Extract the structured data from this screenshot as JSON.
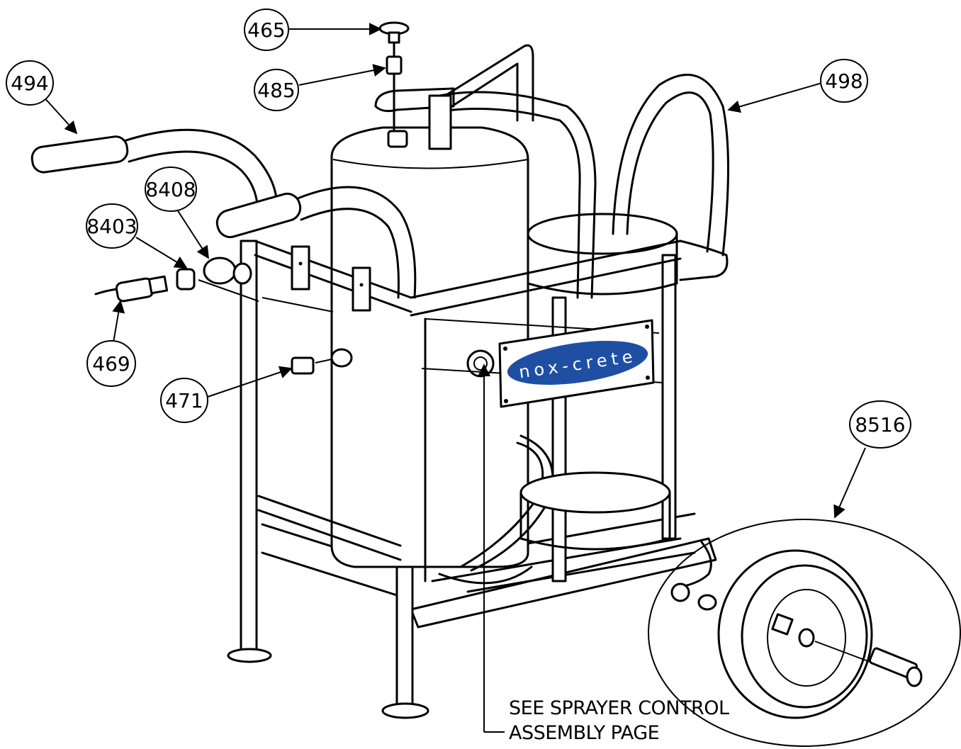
{
  "callouts": {
    "c465": "465",
    "c485": "485",
    "c494": "494",
    "c498": "498",
    "c8408": "8408",
    "c8403": "8403",
    "c469": "469",
    "c471": "471",
    "c8516": "8516"
  },
  "logo": {
    "text": "nox-crete",
    "color": "#1f4fa3"
  },
  "note": {
    "line1": "SEE SPRAYER CONTROL",
    "line2": "ASSEMBLY PAGE"
  }
}
